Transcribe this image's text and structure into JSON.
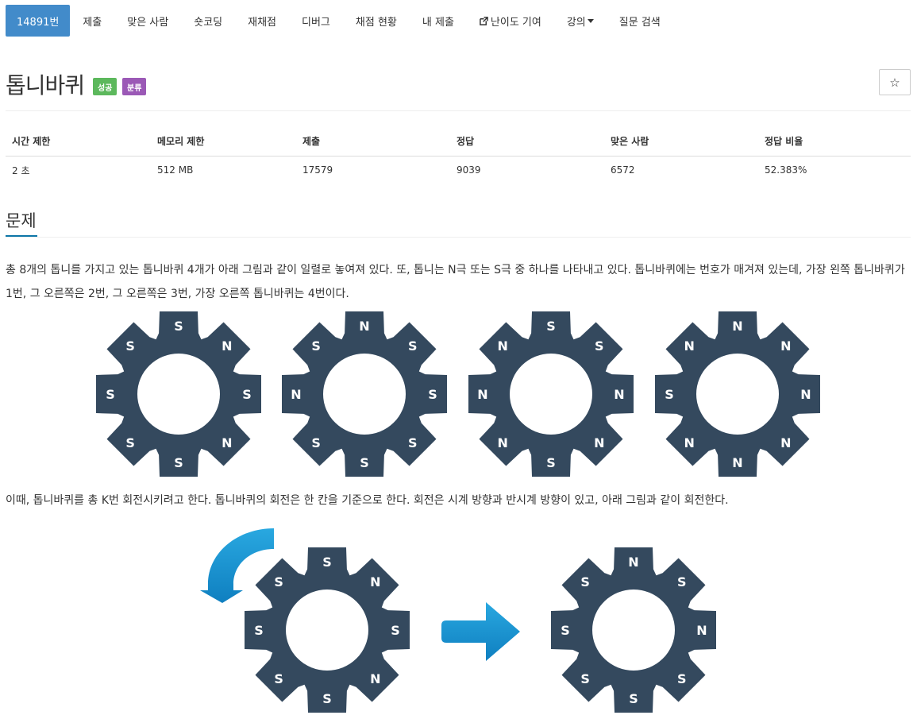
{
  "nav": {
    "problem_number": "14891번",
    "items": [
      "제출",
      "맞은 사람",
      "숏코딩",
      "재채점",
      "디버그",
      "채점 현황",
      "내 제출",
      "난이도 기여",
      "강의",
      "질문 검색"
    ]
  },
  "problem": {
    "title": "톱니바퀴",
    "badge_success": "성공",
    "badge_tag": "분류",
    "star": "☆"
  },
  "info_table": {
    "headers": [
      "시간 제한",
      "메모리 제한",
      "제출",
      "정답",
      "맞은 사람",
      "정답 비율"
    ],
    "values": [
      "2 초",
      "512 MB",
      "17579",
      "9039",
      "6572",
      "52.383%"
    ]
  },
  "section": {
    "title": "문제",
    "paragraph1": "총 8개의 톱니를 가지고 있는 톱니바퀴 4개가 아래 그림과 같이 일렬로 놓여져 있다. 또, 톱니는 N극 또는 S극 중 하나를 나타내고 있다. 톱니바퀴에는 번호가 매겨져 있는데, 가장 왼쪽 톱니바퀴가 1번, 그 오른쪽은 2번, 그 오른쪽은 3번, 가장 오른쪽 톱니바퀴는 4번이다.",
    "paragraph2": "이때, 톱니바퀴를 총 K번 회전시키려고 한다. 톱니바퀴의 회전은 한 칸을 기준으로 한다. 회전은 시계 방향과 반시계 방향이 있고, 아래 그림과 같이 회전한다."
  },
  "gears_row": [
    [
      "S",
      "N",
      "S",
      "N",
      "S",
      "S",
      "S",
      "S"
    ],
    [
      "N",
      "S",
      "S",
      "S",
      "S",
      "S",
      "N",
      "S"
    ],
    [
      "S",
      "S",
      "N",
      "N",
      "S",
      "N",
      "N",
      "N"
    ],
    [
      "N",
      "N",
      "N",
      "N",
      "N",
      "N",
      "S",
      "N"
    ]
  ],
  "rotation_figure": {
    "before": [
      "S",
      "N",
      "S",
      "N",
      "S",
      "S",
      "S",
      "S"
    ],
    "after": [
      "N",
      "S",
      "N",
      "S",
      "S",
      "S",
      "S",
      "S"
    ],
    "rotate_icon": "counterclockwise-arrow-icon",
    "arrow_icon": "right-arrow-icon"
  },
  "colors": {
    "gear": "#34495e",
    "active_nav": "#428bca",
    "badge_success": "#5cb85c",
    "badge_tag": "#9b59b6",
    "arrow": "#1a93cf"
  }
}
